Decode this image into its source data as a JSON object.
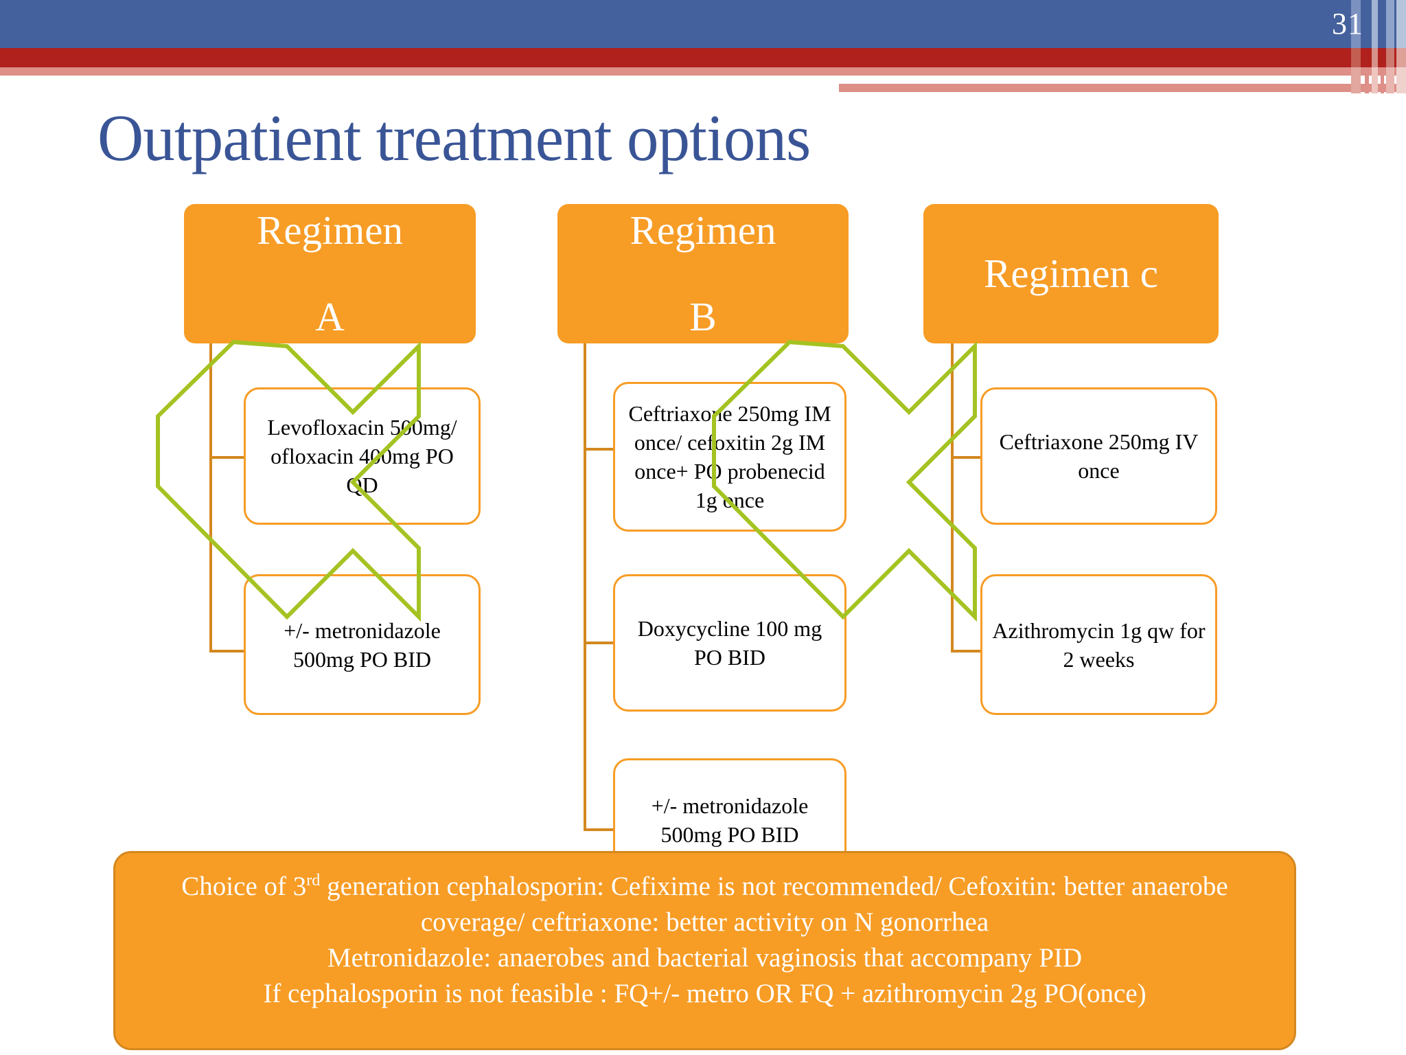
{
  "slide": {
    "page_number": "31",
    "title": "Outpatient treatment options",
    "colors": {
      "header_blue": "#45619d",
      "header_red": "#b0201c",
      "header_pink": "#dd8f88",
      "title_blue": "#3a5596",
      "accent_orange": "#f79c25",
      "connector_orange": "#d4881f",
      "cross_out_green": "#a4c322"
    }
  },
  "columns": [
    {
      "header": "Regimen A",
      "header_line1": "Regimen",
      "header_line2": "A",
      "crossed_out": true,
      "items": [
        {
          "text": "Levofloxacin 500mg/ ofloxacin 400mg PO QD",
          "crossed_out": true
        },
        {
          "text": "+/- metronidazole 500mg PO BID",
          "crossed_out": true
        }
      ]
    },
    {
      "header": "Regimen B",
      "header_line1": "Regimen",
      "header_line2": "B",
      "crossed_out": false,
      "items": [
        {
          "text": "Ceftriaxone 250mg IM once/ cefoxitin 2g IM once+ PO probenecid 1g once",
          "crossed_out": false
        },
        {
          "text": "Doxycycline 100 mg PO BID",
          "crossed_out": false
        },
        {
          "text": "+/- metronidazole 500mg PO BID",
          "crossed_out": false
        }
      ]
    },
    {
      "header": "Regimen c",
      "header_line1": "Regimen c",
      "header_line2": "",
      "crossed_out": true,
      "items": [
        {
          "text": "Ceftriaxone 250mg IV once",
          "crossed_out": true
        },
        {
          "text": "Azithromycin 1g qw for 2 weeks",
          "crossed_out": true
        }
      ]
    }
  ],
  "callout": {
    "line1_pre": "Choice of 3",
    "line1_sup": "rd",
    "line1_post": " generation cephalosporin: Cefixime is not recommended/ Cefoxitin: better anaerobe",
    "line2": "coverage/ ceftriaxone: better activity on N gonorrhea",
    "line3": "Metronidazole: anaerobes and bacterial vaginosis that accompany PID",
    "line4": "If cephalosporin is not feasible :  FQ+/- metro OR FQ + azithromycin 2g PO(once)"
  }
}
